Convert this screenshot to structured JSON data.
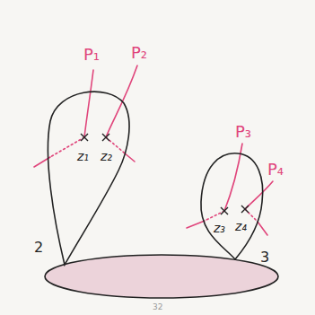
{
  "diagram": {
    "nodes": [
      {
        "text": [
          "z₁",
          "z₂"
        ]
      },
      {
        "text": [
          "z₃",
          "z₄"
        ]
      }
    ],
    "labels": [
      "P₁",
      "P₂",
      "P₃",
      "P₄",
      "2",
      "3",
      "32"
    ]
  }
}
